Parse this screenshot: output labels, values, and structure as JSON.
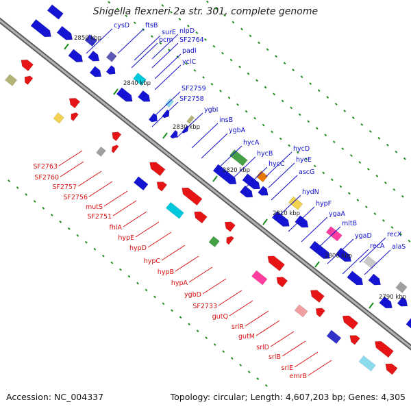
{
  "title": "Shigella flexneri 2a str. 301, complete genome",
  "footer": {
    "accession": "Accession: NC_004337",
    "topology": "Topology: circular; Length: 4,607,203 bp; Genes: 4,305"
  },
  "colors": {
    "forward_label": "#1010c8",
    "reverse_label": "#d81010",
    "forward_gene": "#1414d2",
    "reverse_gene": "#e61414",
    "backbone": "#8a8a8a",
    "tick": "#1e8c1e"
  },
  "ticks": [
    "2850 kbp",
    "2840 kbp",
    "2830 kbp",
    "2820 kbp",
    "2810 kbp",
    "2800 kbp",
    "2790 kbp"
  ],
  "forward_genes": [
    "cysD",
    "ftsB",
    "surE",
    "nlpD",
    "pcm",
    "SF2764",
    "padI",
    "yclC",
    "SF2759",
    "SF2758",
    "ygbI",
    "insB",
    "ygbA",
    "hycA",
    "hycB",
    "hycC",
    "hycD",
    "hycE",
    "ascG",
    "hydN",
    "hypF",
    "ygaA",
    "mltB",
    "ygaD",
    "recA",
    "recX",
    "alaS"
  ],
  "reverse_genes": [
    "SF2763",
    "SF2760",
    "SF2757",
    "SF2756",
    "mutS",
    "SF2751",
    "fhlA",
    "hypE",
    "hypD",
    "hypC",
    "hypB",
    "hypA",
    "ygbD",
    "SF2733",
    "gutQ",
    "srlR",
    "gutM",
    "srlD",
    "srlB",
    "srlE",
    "emrB"
  ]
}
